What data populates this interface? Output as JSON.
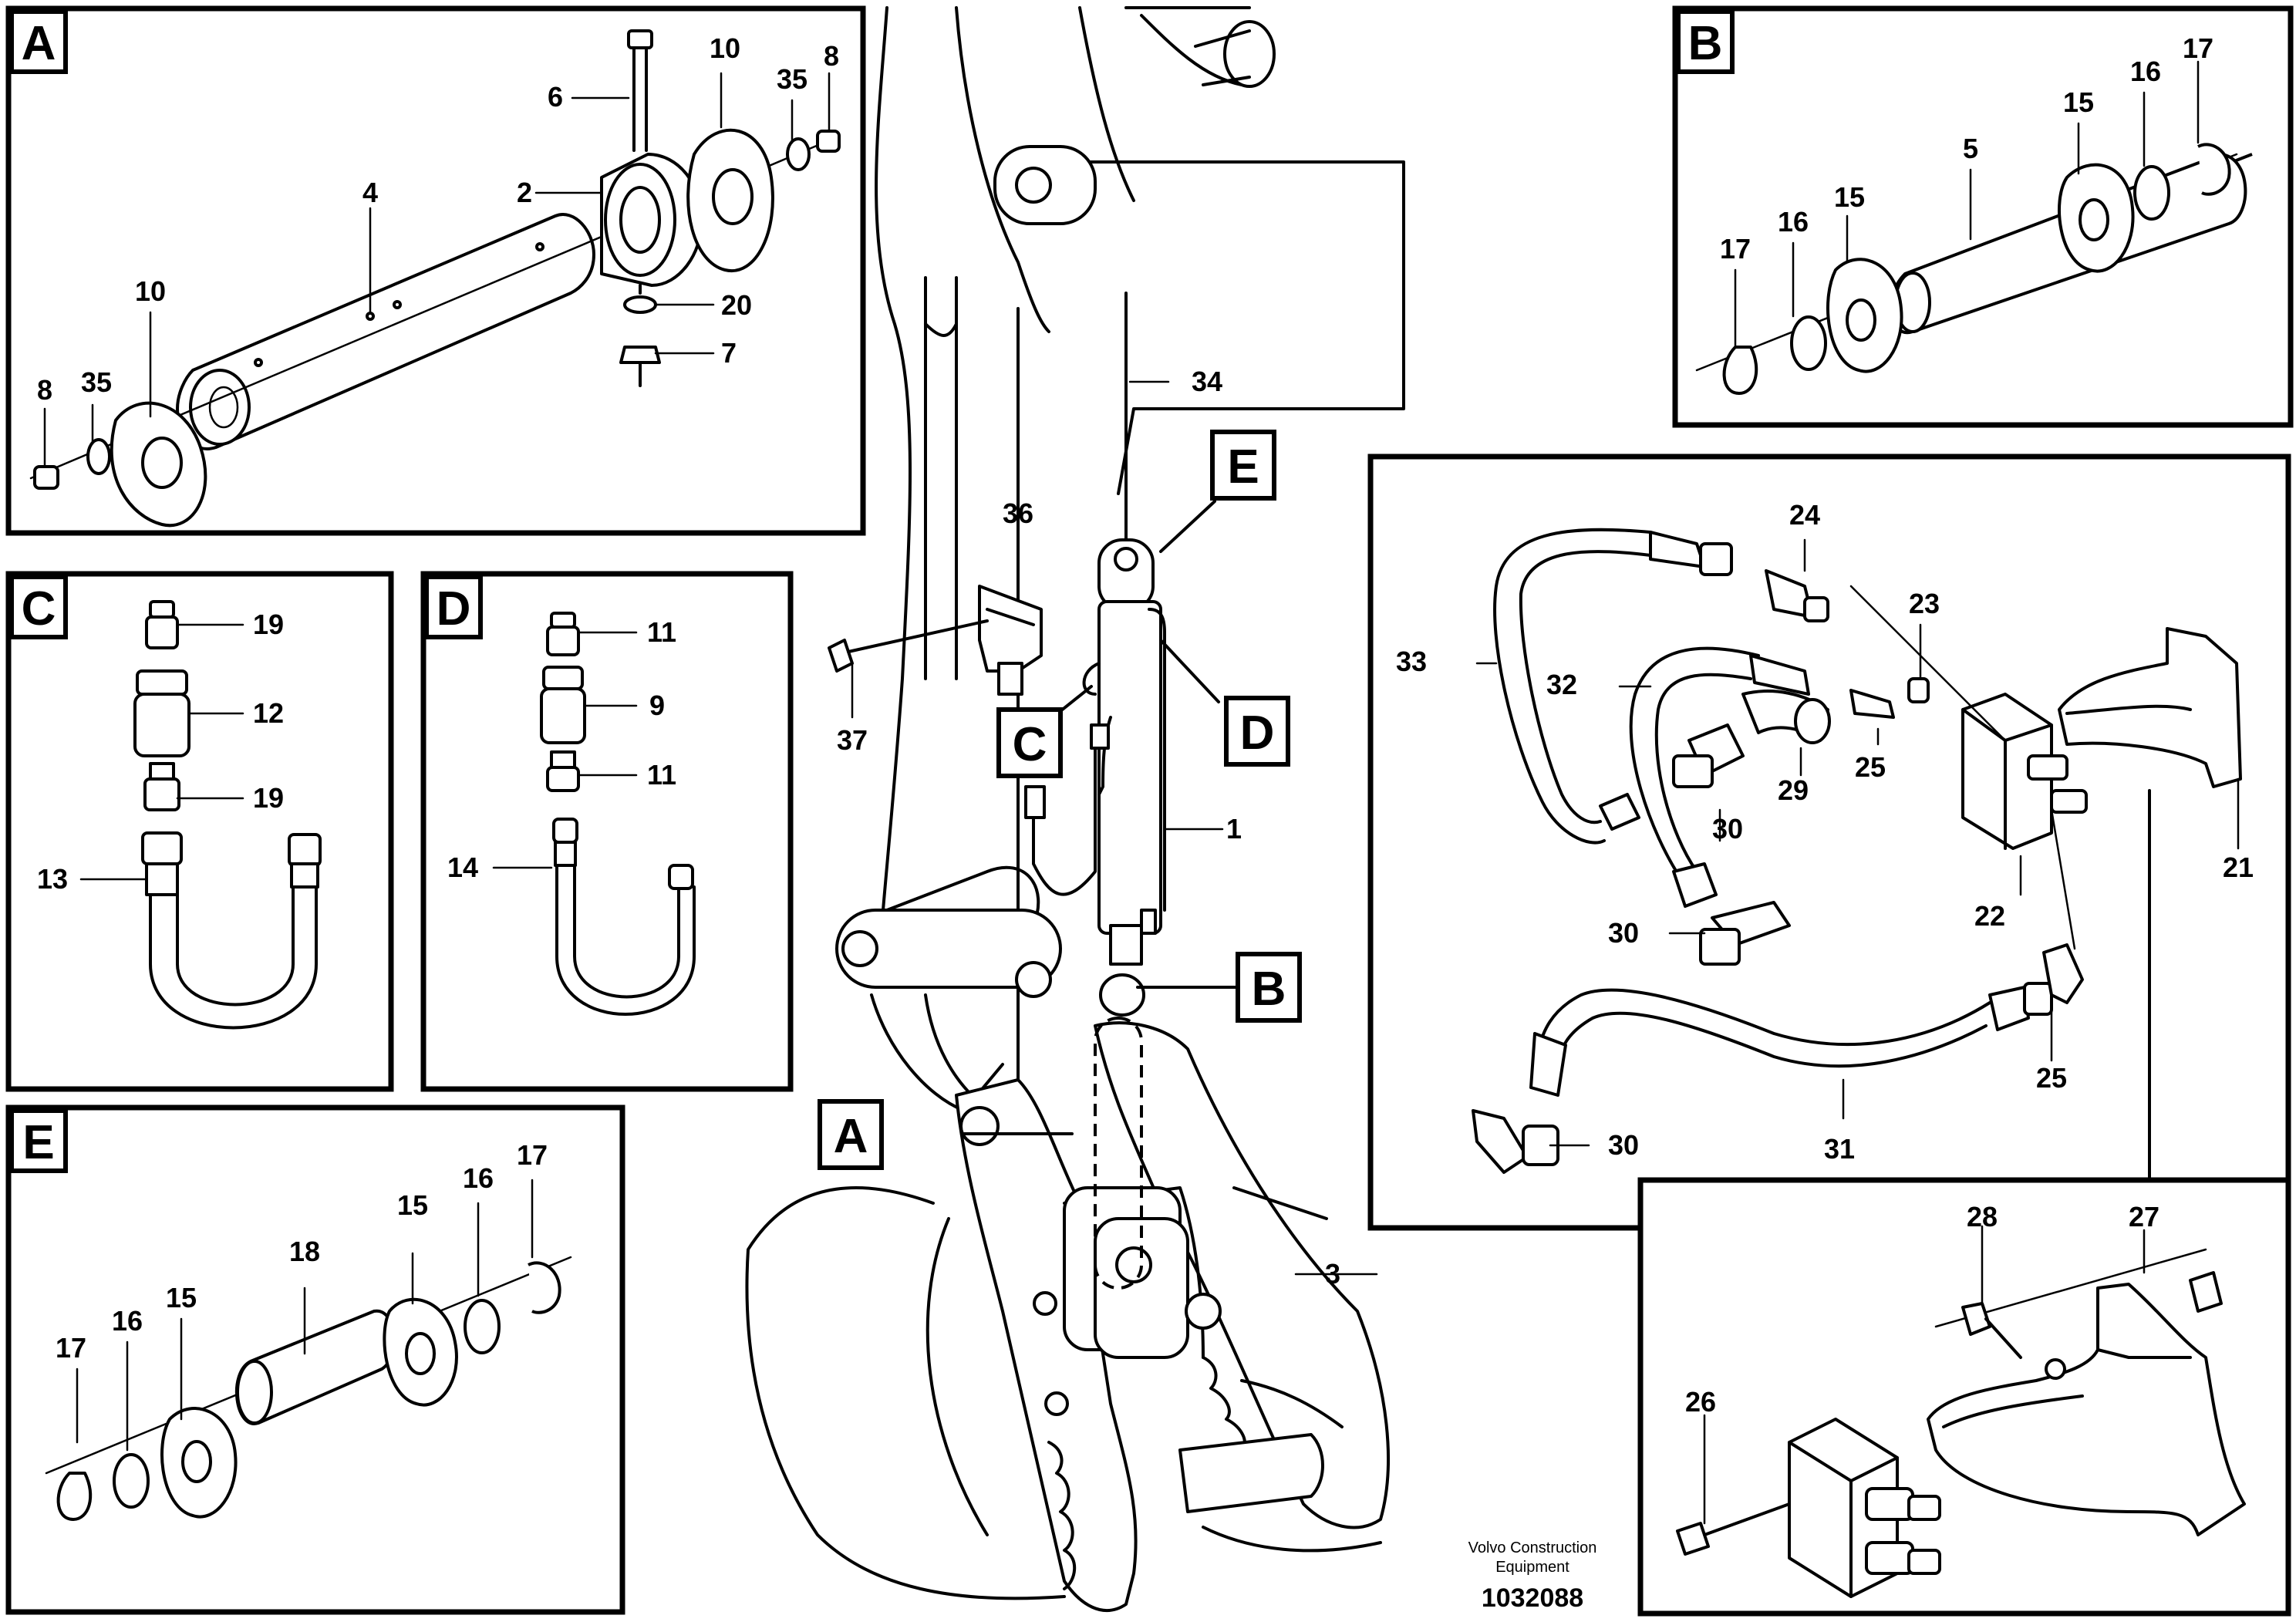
{
  "detail_labels": {
    "A": "A",
    "B": "B",
    "C": "C",
    "D": "D",
    "E": "E"
  },
  "part_numbers": {
    "p1": "1",
    "p2": "2",
    "p3": "3",
    "p4": "4",
    "p5": "5",
    "p6": "6",
    "p7": "7",
    "p8": "8",
    "p9": "9",
    "p10": "10",
    "p11": "11",
    "p12": "12",
    "p13": "13",
    "p14": "14",
    "p15": "15",
    "p16": "16",
    "p17": "17",
    "p18": "18",
    "p19": "19",
    "p20": "20",
    "p21": "21",
    "p22": "22",
    "p23": "23",
    "p24": "24",
    "p25": "25",
    "p26": "26",
    "p27": "27",
    "p28": "28",
    "p29": "29",
    "p30": "30",
    "p31": "31",
    "p32": "32",
    "p33": "33",
    "p34": "34",
    "p35": "35",
    "p36": "36",
    "p37": "37"
  },
  "footer": {
    "brand_line1": "Volvo Construction",
    "brand_line2": "Equipment",
    "drawing_number": "1032088"
  }
}
